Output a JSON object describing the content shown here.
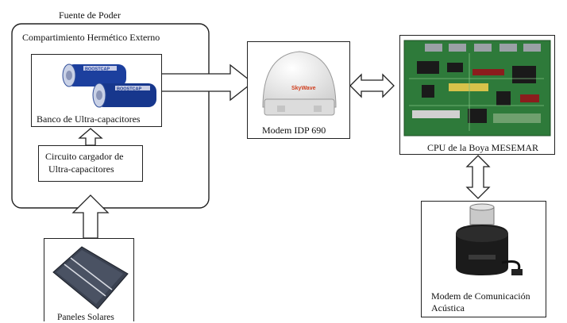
{
  "diagram": {
    "title_power": "Fuente de Poder",
    "enclosure_label": "Compartimiento Hermético Externo",
    "ultracap_bank_label": "Banco de Ultra-capacitores",
    "charger_label_line1": "Circuito cargador de",
    "charger_label_line2": "Ultra-capacitores",
    "modem_label": "Modem IDP 690",
    "cpu_label": "CPU de la Boya MESEMAR",
    "acoustic_label_line1": "Modem de Comunicación",
    "acoustic_label_line2": "Acústica",
    "solar_label": "Paneles Solares",
    "capacitor_brand": "BOOSTCAP",
    "modem_brand": "SkyWave"
  }
}
